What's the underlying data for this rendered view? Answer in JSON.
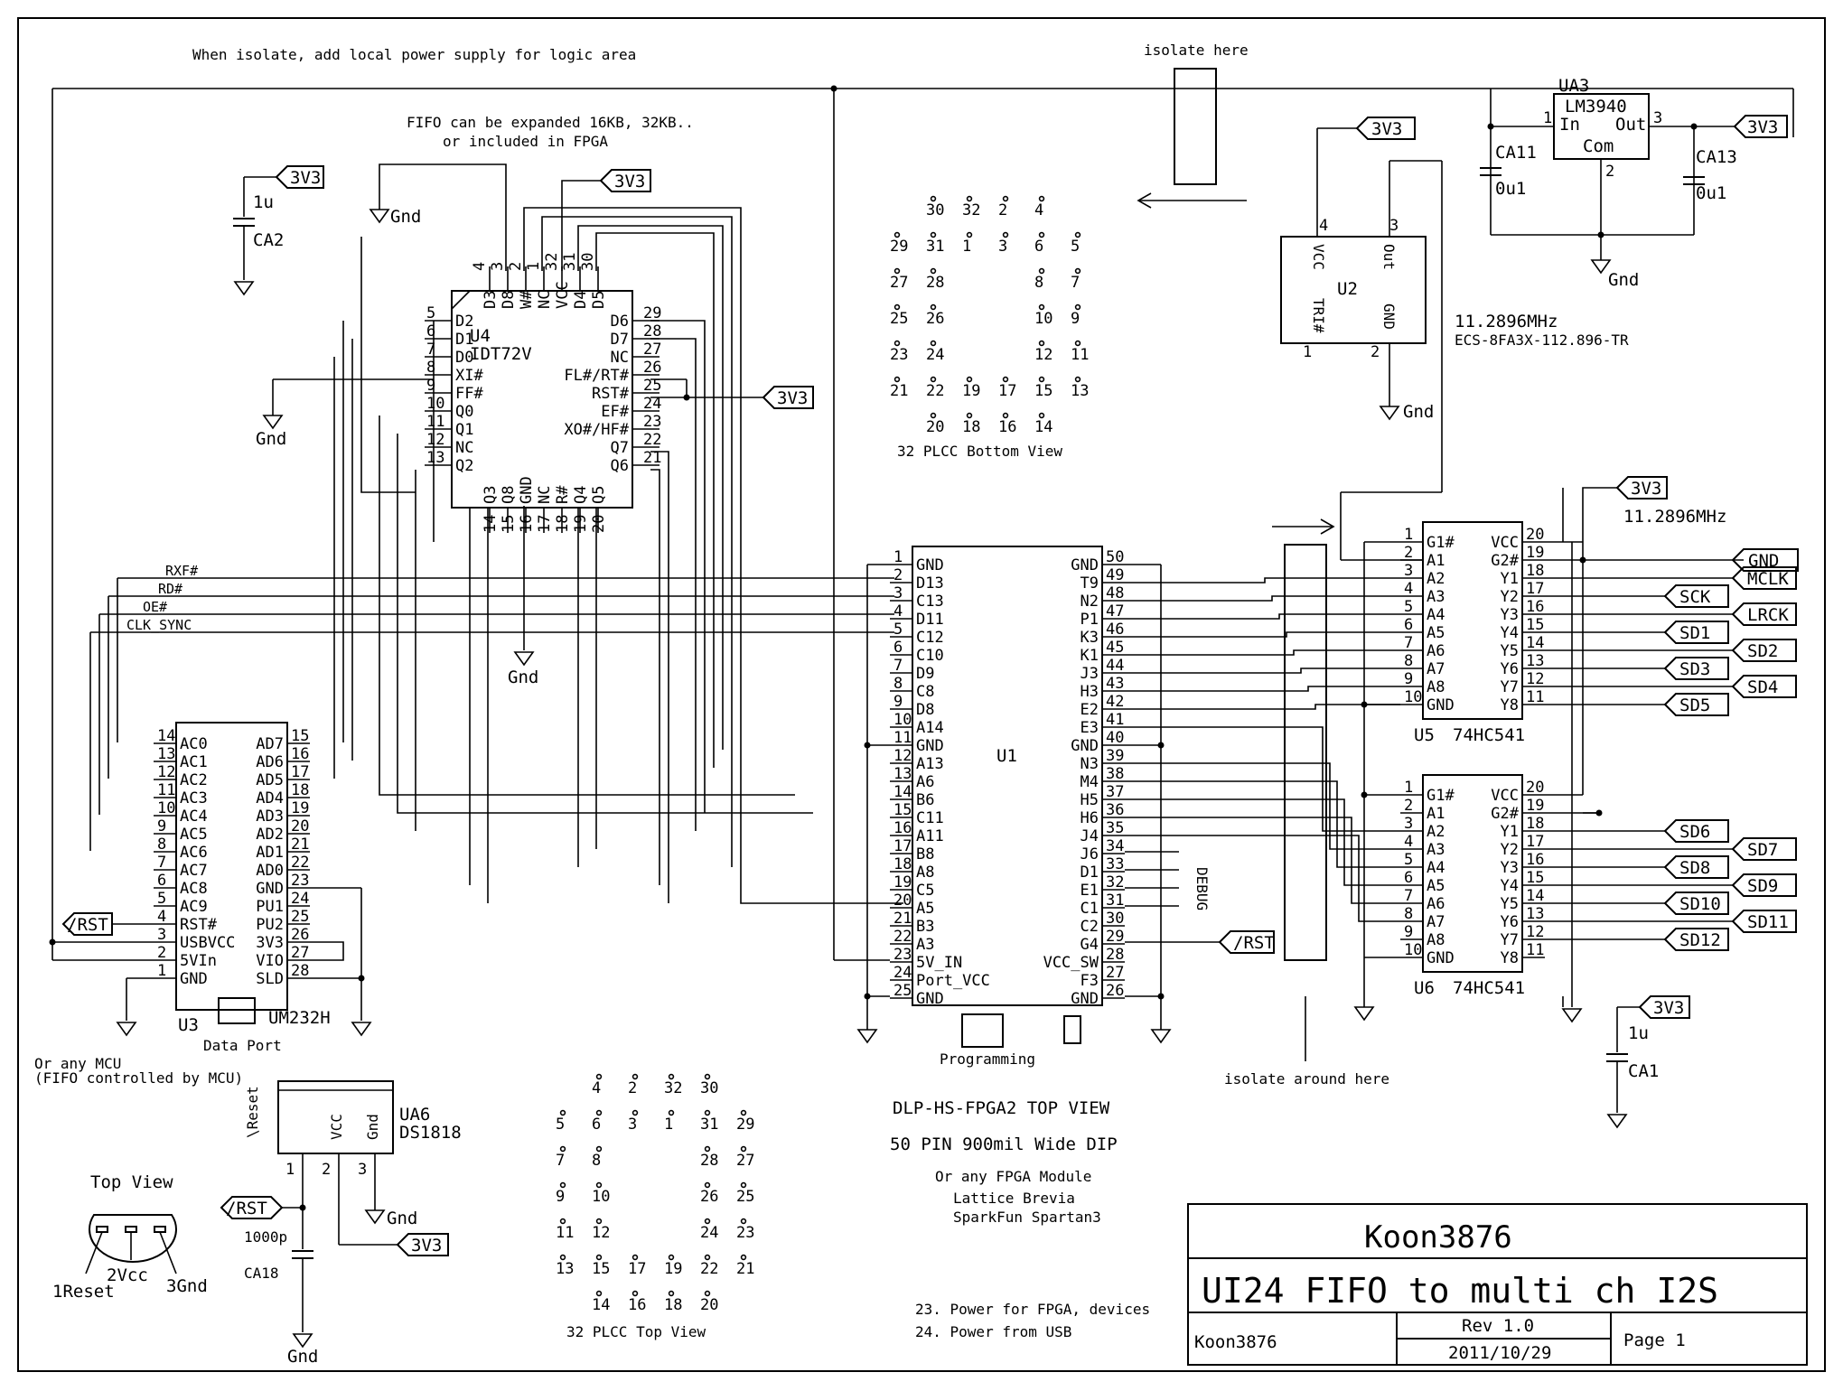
{
  "notes": {
    "isolate_power": "When isolate, add local power supply for logic area",
    "isolate_here": "isolate here",
    "fifo_line1": "FIFO can be expanded 16KB, 32KB..",
    "fifo_line2": "or included in FPGA",
    "isolate_around": "isolate around here",
    "mcu_line1": "Or any MCU",
    "mcu_line2": "(FIFO controlled by MCU)",
    "plcc_bottom": "32 PLCC Bottom View",
    "plcc_top": "32 PLCC Top View",
    "fpga_title": "DLP-HS-FPGA2 TOP VIEW",
    "fpga_pins": "50 PIN 900mil Wide DIP",
    "fpga_alt1": "Or any FPGA Module",
    "fpga_alt2": "Lattice Brevia",
    "fpga_alt3": "SparkFun Spartan3",
    "power_note1": "23. Power for FPGA, devices",
    "power_note2": "24. Power from USB",
    "top_view": "Top View",
    "programming": "Programming",
    "data_port": "Data Port",
    "debug": "DEBUG",
    "crystal_freq": "11.2896MHz",
    "crystal_part": "ECS-8FA3X-112.896-TR",
    "freq2": "11.2896MHz"
  },
  "title_block": {
    "company": "Koon3876",
    "title": "UI24 FIFO to multi ch I2S",
    "author": "Koon3876",
    "rev": "Rev 1.0",
    "date": "2011/10/29",
    "page": "Page 1"
  },
  "power": {
    "v33": "3V3",
    "gnd": "Gnd",
    "rst": "/RST",
    "GND": "GND"
  },
  "nets": {
    "rxf": "RXF#",
    "rd": "RD#",
    "oe": "OE#",
    "clk": "CLK_SYNC"
  },
  "outputs": [
    "MCLK",
    "SCK",
    "LRCK",
    "SD1",
    "SD2",
    "SD3",
    "SD4",
    "SD5",
    "SD6",
    "SD7",
    "SD8",
    "SD9",
    "SD10",
    "SD11",
    "SD12"
  ],
  "caps": {
    "ca2": "CA2",
    "ca2v": "1u",
    "ca11": "CA11",
    "ca11v": "0u1",
    "ca13": "CA13",
    "ca13v": "0u1",
    "ca1": "CA1",
    "ca1v": "1u",
    "ca18": "CA18",
    "ca18v": "1000p"
  },
  "u4": {
    "ref": "U4",
    "part": "IDT72V",
    "left": [
      [
        "5",
        "D2"
      ],
      [
        "6",
        "D1"
      ],
      [
        "7",
        "D0"
      ],
      [
        "8",
        "XI#"
      ],
      [
        "9",
        "FF#"
      ],
      [
        "10",
        "Q0"
      ],
      [
        "11",
        "Q1"
      ],
      [
        "12",
        "NC"
      ],
      [
        "13",
        "Q2"
      ]
    ],
    "right": [
      [
        "29",
        "D6"
      ],
      [
        "28",
        "D7"
      ],
      [
        "27",
        "NC"
      ],
      [
        "26",
        "FL#/RT#"
      ],
      [
        "25",
        "RST#"
      ],
      [
        "24",
        "EF#"
      ],
      [
        "23",
        "XO#/HF#"
      ],
      [
        "22",
        "Q7"
      ],
      [
        "21",
        "Q6"
      ]
    ],
    "top": [
      [
        "4",
        "D3"
      ],
      [
        "3",
        "D8"
      ],
      [
        "2",
        "W#"
      ],
      [
        "1",
        "NC"
      ],
      [
        "32",
        "VCC"
      ],
      [
        "31",
        "D4"
      ],
      [
        "30",
        "D5"
      ]
    ],
    "bottom": [
      [
        "14",
        "Q3"
      ],
      [
        "15",
        "Q8"
      ],
      [
        "16",
        "GND"
      ],
      [
        "17",
        "NC"
      ],
      [
        "18",
        "R#"
      ],
      [
        "19",
        "Q4"
      ],
      [
        "20",
        "Q5"
      ]
    ]
  },
  "u1": {
    "ref": "U1",
    "left": [
      [
        "1",
        "GND"
      ],
      [
        "2",
        "D13"
      ],
      [
        "3",
        "C13"
      ],
      [
        "4",
        "D11"
      ],
      [
        "5",
        "C12"
      ],
      [
        "6",
        "C10"
      ],
      [
        "7",
        "D9"
      ],
      [
        "8",
        "C8"
      ],
      [
        "9",
        "D8"
      ],
      [
        "10",
        "A14"
      ],
      [
        "11",
        "GND"
      ],
      [
        "12",
        "A13"
      ],
      [
        "13",
        "A6"
      ],
      [
        "14",
        "B6"
      ],
      [
        "15",
        "C11"
      ],
      [
        "16",
        "A11"
      ],
      [
        "17",
        "B8"
      ],
      [
        "18",
        "A8"
      ],
      [
        "19",
        "C5"
      ],
      [
        "20",
        "A5"
      ],
      [
        "21",
        "B3"
      ],
      [
        "22",
        "A3"
      ],
      [
        "23",
        "5V_IN"
      ],
      [
        "24",
        "Port_VCC"
      ],
      [
        "25",
        "GND"
      ]
    ],
    "right": [
      [
        "50",
        "GND"
      ],
      [
        "49",
        "T9"
      ],
      [
        "48",
        "N2"
      ],
      [
        "47",
        "P1"
      ],
      [
        "46",
        "K3"
      ],
      [
        "45",
        "K1"
      ],
      [
        "44",
        "J3"
      ],
      [
        "43",
        "H3"
      ],
      [
        "42",
        "E2"
      ],
      [
        "41",
        "E3"
      ],
      [
        "40",
        "GND"
      ],
      [
        "39",
        "N3"
      ],
      [
        "38",
        "M4"
      ],
      [
        "37",
        "H5"
      ],
      [
        "36",
        "H6"
      ],
      [
        "35",
        "J4"
      ],
      [
        "34",
        "J6"
      ],
      [
        "33",
        "D1"
      ],
      [
        "32",
        "E1"
      ],
      [
        "31",
        "C1"
      ],
      [
        "30",
        "C2"
      ],
      [
        "29",
        "G4"
      ],
      [
        "28",
        "VCC_SW"
      ],
      [
        "27",
        "F3"
      ],
      [
        "26",
        "GND"
      ]
    ]
  },
  "u3": {
    "ref": "U3",
    "part": "UM232H",
    "left": [
      [
        "14",
        "AC0"
      ],
      [
        "13",
        "AC1"
      ],
      [
        "12",
        "AC2"
      ],
      [
        "11",
        "AC3"
      ],
      [
        "10",
        "AC4"
      ],
      [
        "9",
        "AC5"
      ],
      [
        "8",
        "AC6"
      ],
      [
        "7",
        "AC7"
      ],
      [
        "6",
        "AC8"
      ],
      [
        "5",
        "AC9"
      ],
      [
        "4",
        "RST#"
      ],
      [
        "3",
        "USBVCC"
      ],
      [
        "2",
        "5VIn"
      ],
      [
        "1",
        "GND"
      ]
    ],
    "right": [
      [
        "15",
        "AD7"
      ],
      [
        "16",
        "AD6"
      ],
      [
        "17",
        "AD5"
      ],
      [
        "18",
        "AD4"
      ],
      [
        "19",
        "AD3"
      ],
      [
        "20",
        "AD2"
      ],
      [
        "21",
        "AD1"
      ],
      [
        "22",
        "AD0"
      ],
      [
        "23",
        "GND"
      ],
      [
        "24",
        "PU1"
      ],
      [
        "25",
        "PU2"
      ],
      [
        "26",
        "3V3"
      ],
      [
        "27",
        "VIO"
      ],
      [
        "28",
        "SLD"
      ]
    ]
  },
  "u5": {
    "ref": "U5",
    "part": "74HC541",
    "left": [
      [
        "1",
        "G1#"
      ],
      [
        "2",
        "A1"
      ],
      [
        "3",
        "A2"
      ],
      [
        "4",
        "A3"
      ],
      [
        "5",
        "A4"
      ],
      [
        "6",
        "A5"
      ],
      [
        "7",
        "A6"
      ],
      [
        "8",
        "A7"
      ],
      [
        "9",
        "A8"
      ],
      [
        "10",
        "GND"
      ]
    ],
    "right": [
      [
        "20",
        "VCC"
      ],
      [
        "19",
        "G2#"
      ],
      [
        "18",
        "Y1"
      ],
      [
        "17",
        "Y2"
      ],
      [
        "16",
        "Y3"
      ],
      [
        "15",
        "Y4"
      ],
      [
        "14",
        "Y5"
      ],
      [
        "13",
        "Y6"
      ],
      [
        "12",
        "Y7"
      ],
      [
        "11",
        "Y8"
      ]
    ]
  },
  "u6": {
    "ref": "U6",
    "part": "74HC541",
    "left": [
      [
        "1",
        "G1#"
      ],
      [
        "2",
        "A1"
      ],
      [
        "3",
        "A2"
      ],
      [
        "4",
        "A3"
      ],
      [
        "5",
        "A4"
      ],
      [
        "6",
        "A5"
      ],
      [
        "7",
        "A6"
      ],
      [
        "8",
        "A7"
      ],
      [
        "9",
        "A8"
      ],
      [
        "10",
        "GND"
      ]
    ],
    "right": [
      [
        "20",
        "VCC"
      ],
      [
        "19",
        "G2#"
      ],
      [
        "18",
        "Y1"
      ],
      [
        "17",
        "Y2"
      ],
      [
        "16",
        "Y3"
      ],
      [
        "15",
        "Y4"
      ],
      [
        "14",
        "Y5"
      ],
      [
        "13",
        "Y6"
      ],
      [
        "12",
        "Y7"
      ],
      [
        "11",
        "Y8"
      ]
    ]
  },
  "u2": {
    "ref": "U2",
    "vcc": "VCC",
    "out": "Out",
    "tri": "TRI#",
    "gnd": "GND",
    "p4": "4",
    "p3": "3",
    "p1": "1",
    "p2": "2"
  },
  "ua3": {
    "ref": "UA3",
    "part": "LM3940",
    "in": "In",
    "out": "Out",
    "com": "Com",
    "p1": "1",
    "p2": "2",
    "p3": "3"
  },
  "ua6": {
    "ref": "UA6",
    "part": "DS1818",
    "reset": "\\Reset",
    "vcc": "VCC",
    "gnd": "Gnd",
    "p1": "1",
    "p2": "2",
    "p3": "3"
  },
  "to92": {
    "reset": "1Reset",
    "vcc": "2Vcc",
    "gnd": "3Gnd"
  },
  "plcc_bottom_rows": [
    [
      "30",
      "32",
      "2",
      "4"
    ],
    [
      "29",
      "31",
      "1",
      "3",
      "6",
      "5"
    ],
    [
      "27",
      "28",
      "8",
      "7"
    ],
    [
      "25",
      "26",
      "10",
      "9"
    ],
    [
      "23",
      "24",
      "12",
      "11"
    ],
    [
      "21",
      "22",
      "19",
      "17",
      "15",
      "13"
    ],
    [
      "20",
      "18",
      "16",
      "14"
    ]
  ],
  "plcc_top_rows": [
    [
      "4",
      "2",
      "32",
      "30"
    ],
    [
      "5",
      "6",
      "3",
      "1",
      "31",
      "29"
    ],
    [
      "7",
      "8",
      "28",
      "27"
    ],
    [
      "9",
      "10",
      "26",
      "25"
    ],
    [
      "11",
      "12",
      "24",
      "23"
    ],
    [
      "13",
      "15",
      "17",
      "19",
      "22",
      "21"
    ],
    [
      "14",
      "16",
      "18",
      "20"
    ]
  ]
}
